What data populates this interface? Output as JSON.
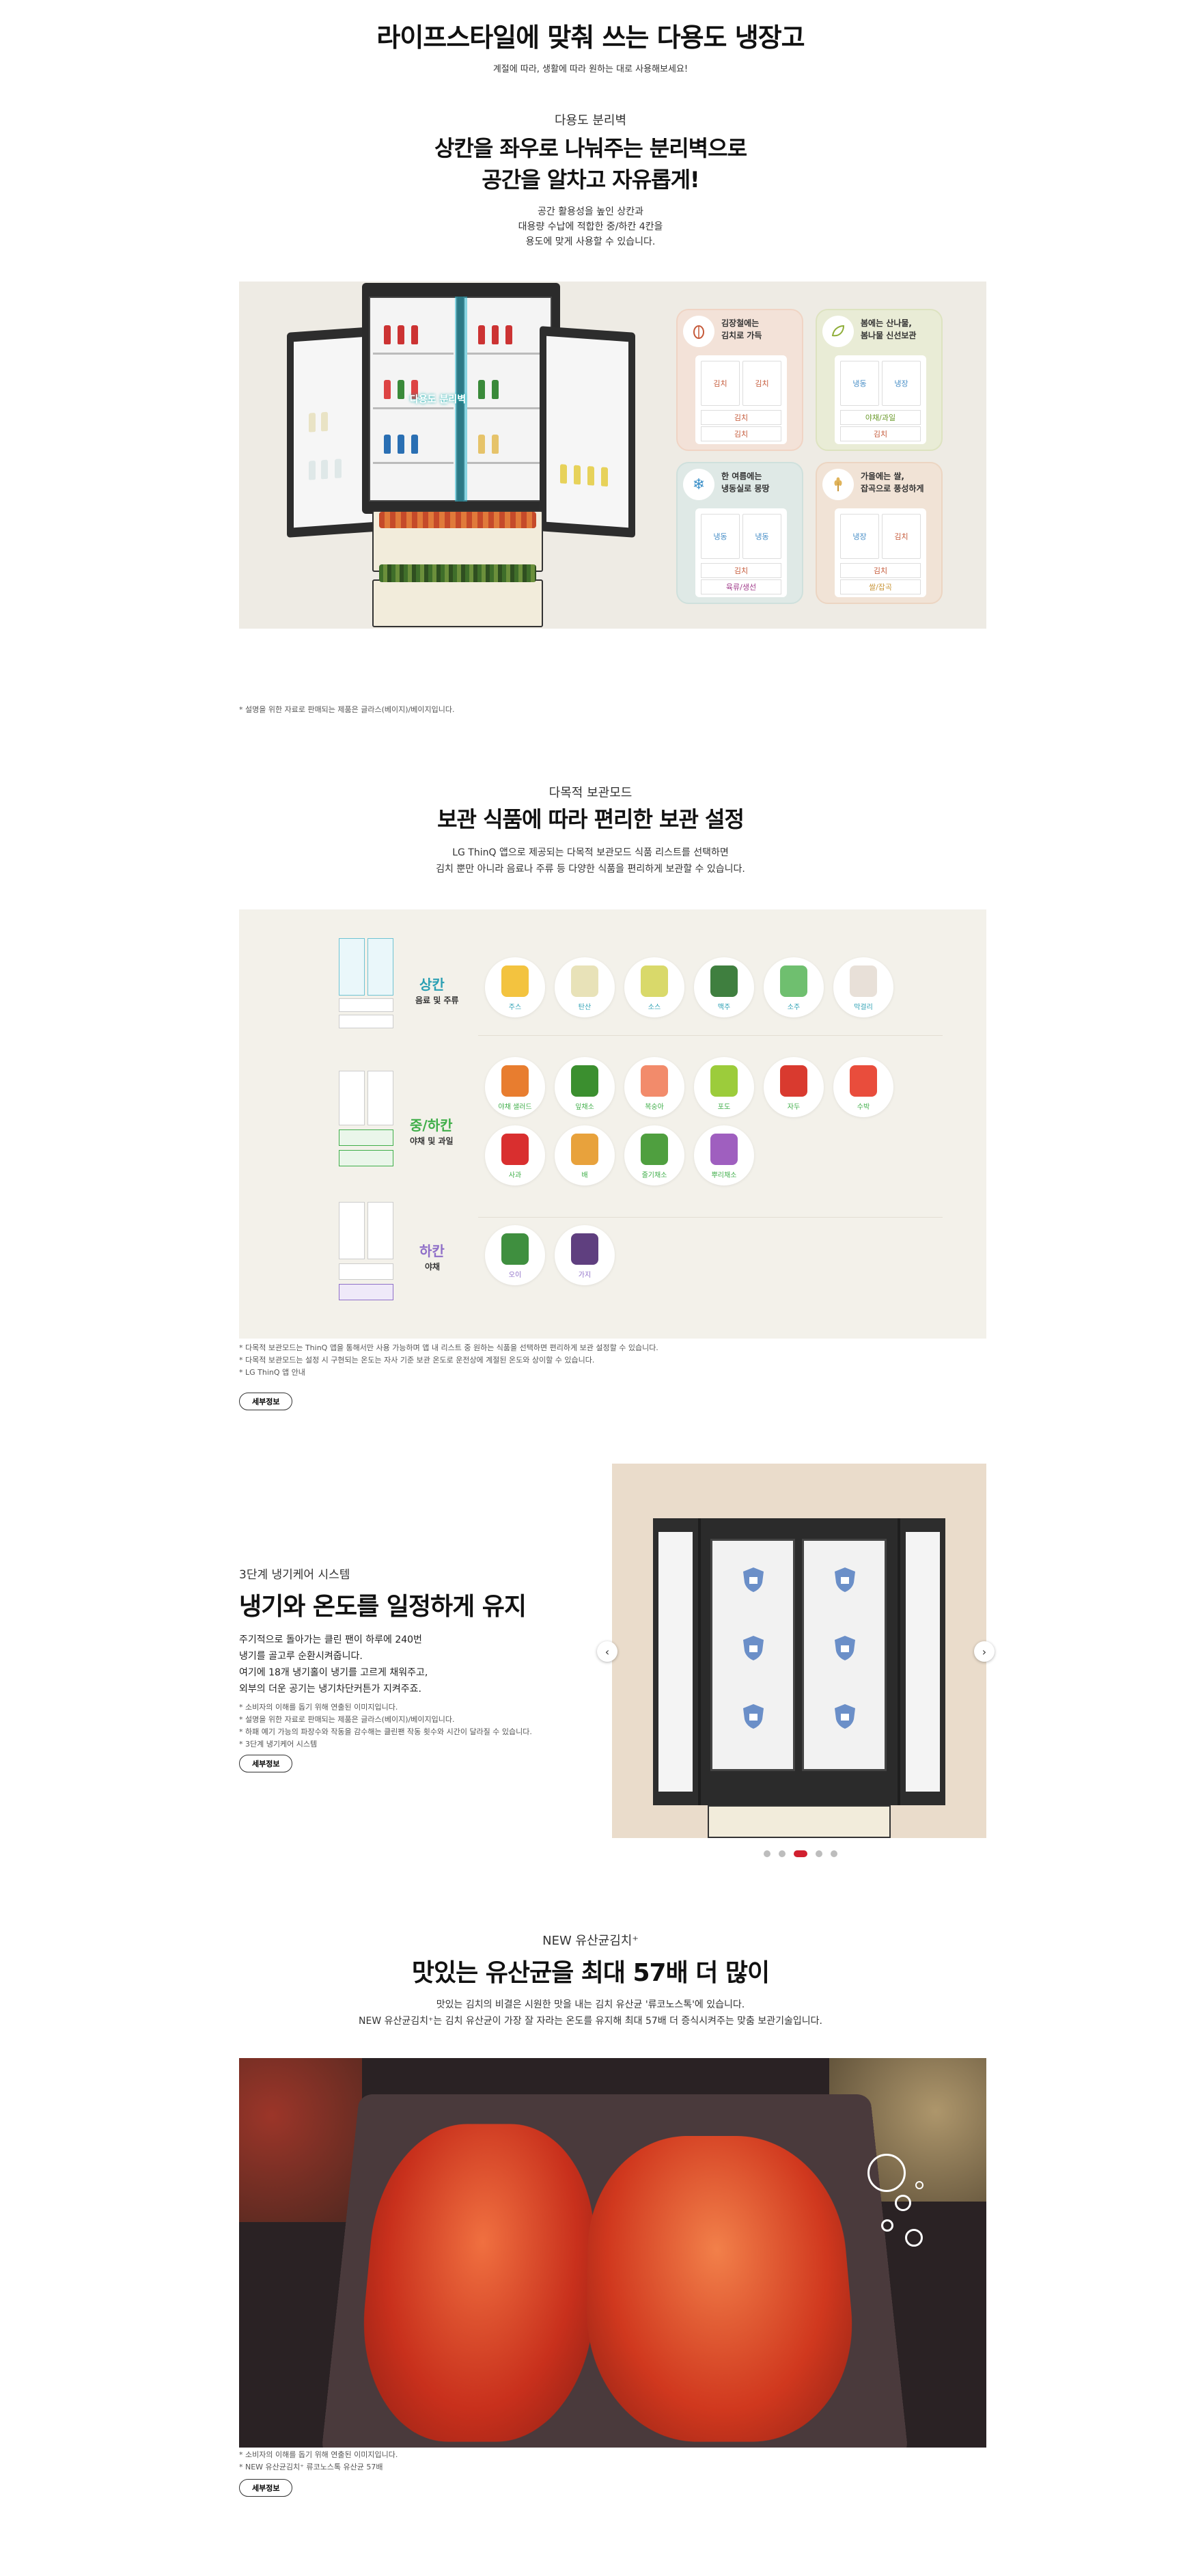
{
  "header": {
    "title": "라이프스타일에 맞춰 쓰는 다용도 냉장고",
    "subtitle": "계절에 따라, 생활에 따라 원하는 대로 사용해보세요!"
  },
  "divider_section": {
    "eyebrow": "다용도 분리벽",
    "title_line1": "상칸을 좌우로 나눠주는 분리벽으로",
    "title_line2": "공간을 알차고 자유롭게!",
    "desc_line1": "공간 활용성을 높인 상칸과",
    "desc_line2": "대용량 수납에 적합한 중/하칸 4칸을",
    "desc_line3": "용도에 맞게 사용할 수 있습니다.",
    "fridge_overlay_label": "다용도 분리벽",
    "modes": [
      {
        "icon": "kimchi-icon",
        "title_line1": "김장철에는",
        "title_line2": "김치로 가득",
        "top_left": "김치",
        "top_right": "김치",
        "mid": "김치",
        "bottom": "김치",
        "color": "#f3e2d8"
      },
      {
        "icon": "leaf-icon",
        "title_line1": "봄에는 산나물,",
        "title_line2": "봄나물 신선보관",
        "top_left": "냉동",
        "top_right": "냉장",
        "mid": "야채/과일",
        "bottom": "김치",
        "color": "#e9ecd6"
      },
      {
        "icon": "snowflake-icon",
        "title_line1": "한 여름에는",
        "title_line2": "냉동실로 몽땅",
        "top_left": "냉동",
        "top_right": "냉동",
        "mid": "김치",
        "bottom": "육류/생선",
        "color": "#dfe9e6"
      },
      {
        "icon": "grain-icon",
        "title_line1": "가을에는 쌀,",
        "title_line2": "잡곡으로 풍성하게",
        "top_left": "냉장",
        "top_right": "김치",
        "mid": "김치",
        "bottom": "쌀/잡곡",
        "color": "#f1e3d6"
      }
    ],
    "footnote": "* 설명을 위한 자료로 판매되는 제품은 글라스(베이지)/베이지입니다."
  },
  "storage_section": {
    "eyebrow": "다목적 보관모드",
    "title": "보관 식품에 따라 편리한 보관 설정",
    "desc_line1": "LG ThinQ 앱으로 제공되는 다목적 보관모드 식품 리스트를 선택하면",
    "desc_line2": "김치 뿐만 아니라 음료나 주류 등 다양한 식품을 편리하게 보관할 수 있습니다.",
    "zones": [
      {
        "name": "상칸",
        "sub": "음료 및 주류",
        "color": "#2a9fb3",
        "items": [
          {
            "label": "주스",
            "color": "#f3c33f"
          },
          {
            "label": "탄산",
            "color": "#e8e2b8"
          },
          {
            "label": "소스",
            "color": "#d9d96a"
          },
          {
            "label": "맥주",
            "color": "#3f7f3f"
          },
          {
            "label": "소주",
            "color": "#6fbf6f"
          },
          {
            "label": "막걸리",
            "color": "#e8e0d8"
          }
        ]
      },
      {
        "name": "중/하칸",
        "sub": "야채 및 과일",
        "color": "#3fae49",
        "items": [
          {
            "label": "야채 샐러드",
            "color": "#e87d2f"
          },
          {
            "label": "잎채소",
            "color": "#3b8f2f"
          },
          {
            "label": "복숭아",
            "color": "#f28b6b"
          },
          {
            "label": "포도",
            "color": "#9ccc3b"
          },
          {
            "label": "자두",
            "color": "#d93a2f"
          },
          {
            "label": "수박",
            "color": "#e94d3c"
          },
          {
            "label": "사과",
            "color": "#d92f2f"
          },
          {
            "label": "배",
            "color": "#e8a23c"
          },
          {
            "label": "줄기채소",
            "color": "#4f9f3f"
          },
          {
            "label": "뿌리채소",
            "color": "#9f5fbf"
          }
        ]
      },
      {
        "name": "하칸",
        "sub": "야채",
        "color": "#8f6fc8",
        "items": [
          {
            "label": "오이",
            "color": "#3f8f3f"
          },
          {
            "label": "가지",
            "color": "#5f3f7f"
          }
        ]
      }
    ],
    "notes": [
      "* 다목적 보관모드는 ThinQ 앱을 통해서만 사용 가능하며 앱 내 리스트 중 원하는 식품을 선택하면 편리하게 보관 설정할 수 있습니다.",
      "* 다목적 보관모드는 설정 시 구현되는 온도는 자사 기준 보관 온도로 운전상에 계절된 온도와 상이할 수 있습니다.",
      "* LG ThinQ 앱 안내"
    ],
    "button_label": "세부정보"
  },
  "cooling_section": {
    "eyebrow": "3단계 냉기케어 시스템",
    "title": "냉기와 온도를 일정하게 유지",
    "desc_line1": "주기적으로 돌아가는 클린 팬이 하루에 240번",
    "desc_line2": "냉기를 골고루 순환시켜줍니다.",
    "desc_line3": "여기에 18개 냉기홀이 냉기를 고르게 채워주고,",
    "desc_line4": "외부의 더운 공기는 냉기차단커튼가 지켜주죠.",
    "notes": [
      "* 소비자의 이해를 돕기 위해 연출된 이미지입니다.",
      "* 설명을 위한 자료로 판매되는 제품은 글라스(베이지)/베이지입니다.",
      "* 하패 예기 가능의 파장수와 작동을 감수해는 클린팬 작동 횟수와 시간이 달라질 수 있습니다.",
      "* 3단계 냉기케어 시스템"
    ],
    "button_label": "세부정보",
    "carousel_active_index": 2,
    "carousel_count": 5
  },
  "probiotic_section": {
    "eyebrow": "NEW 유산균김치⁺",
    "title": "맛있는 유산균을 최대 57배 더 많이",
    "desc_line1": "맛있는 김치의 비결은 시원한 맛을 내는 김치 유산균 '류코노스톡'에 있습니다.",
    "desc_line2": "NEW 유산균김치⁺는 김치 유산균이 가장 잘 자라는 온도를 유지해 최대 57배 더 증식시켜주는 맞춤 보관기술입니다.",
    "notes": [
      "* 소비자의 이해를 돕기 위해 연출된 이미지입니다.",
      "* NEW 유산균김치⁺ 류코노스톡 유산균 57배"
    ],
    "button_label": "세부정보"
  },
  "colors": {
    "panel_beige": "#eeebe4",
    "panel_cream": "#f3f1ea",
    "carousel_active": "#d1202f",
    "teal": "#2a9fb3",
    "green": "#3fae49",
    "purple": "#8f6fc8"
  }
}
